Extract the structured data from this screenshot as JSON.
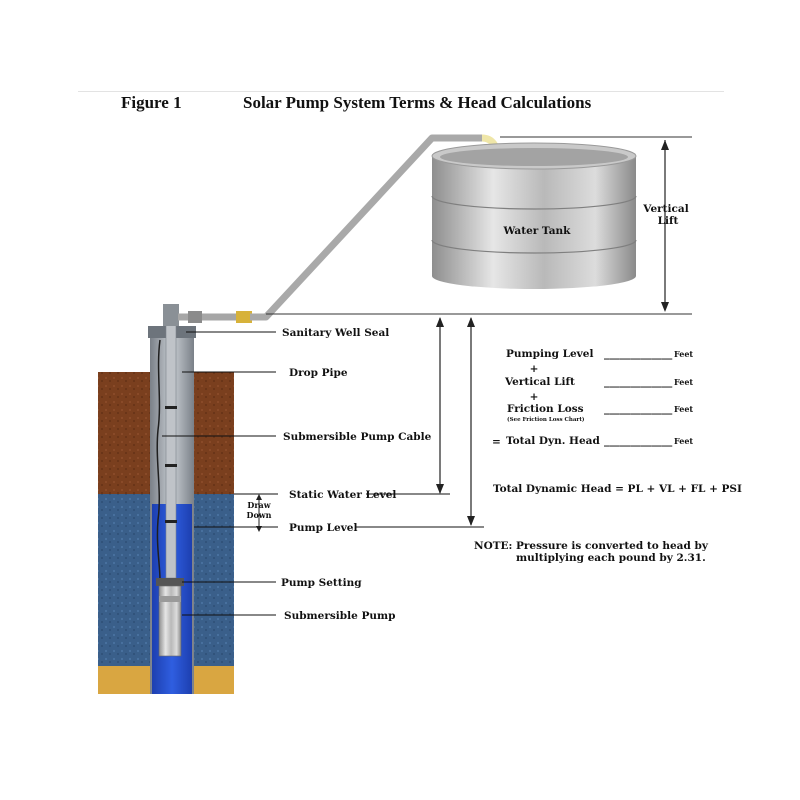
{
  "figure": {
    "number": "Figure 1",
    "title": "Solar Pump System Terms & Head Calculations"
  },
  "labels": {
    "water_tank": "Water Tank",
    "vertical_lift_1": "Vertical",
    "vertical_lift_2": "Lift",
    "sanitary_well_seal": "Sanitary Well Seal",
    "drop_pipe": "Drop Pipe",
    "submersible_pump_cable": "Submersible Pump Cable",
    "static_water_level": "Static Water Level",
    "draw_down_1": "Draw",
    "draw_down_2": "Down",
    "pump_level": "Pump Level",
    "pump_setting": "Pump Setting",
    "submersible_pump": "Submersible Pump"
  },
  "calc": {
    "pumping_level": "Pumping Level",
    "vertical_lift": "Vertical Lift",
    "friction_loss": "Friction Loss",
    "friction_note": "(See Friction Loss Chart)",
    "total_dyn_head": "Total Dyn. Head",
    "plus": "+",
    "equals": "=",
    "blank": "_____________",
    "feet": "Feet",
    "formula": "Total Dynamic Head = PL + VL + FL + PSI",
    "note_label": "NOTE:",
    "note_line1": "Pressure is converted to head by",
    "note_line2": "multiplying each pound by 2.31."
  }
}
